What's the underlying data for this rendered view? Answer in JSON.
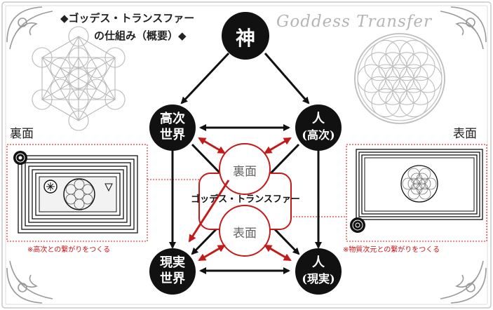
{
  "title": {
    "line1": "◆ゴッデス・トランスファー",
    "line2": "の仕組み（概要）◆"
  },
  "logo_text": "Goddess Transfer",
  "nodes": {
    "god": "神",
    "higher_world_l1": "高次",
    "higher_world_l2": "世界",
    "person_higher_l1": "人",
    "person_higher_l2": "(高次)",
    "real_world_l1": "現実",
    "real_world_l2": "世界",
    "person_real_l1": "人",
    "person_real_l2": "(現実)",
    "back_side": "裏面",
    "front_side": "表面"
  },
  "center_label": "ゴッデス・トランスファー",
  "left_panel": {
    "label": "裏面",
    "note": "※高次との繋がりをつくる"
  },
  "right_panel": {
    "label": "表面",
    "note": "※物質次元との繋がりをつくる"
  },
  "colors": {
    "accent": "#c41a1a",
    "node": "#111111",
    "ornament": "#9a9a9a",
    "geometry": "#b8b8b8"
  }
}
